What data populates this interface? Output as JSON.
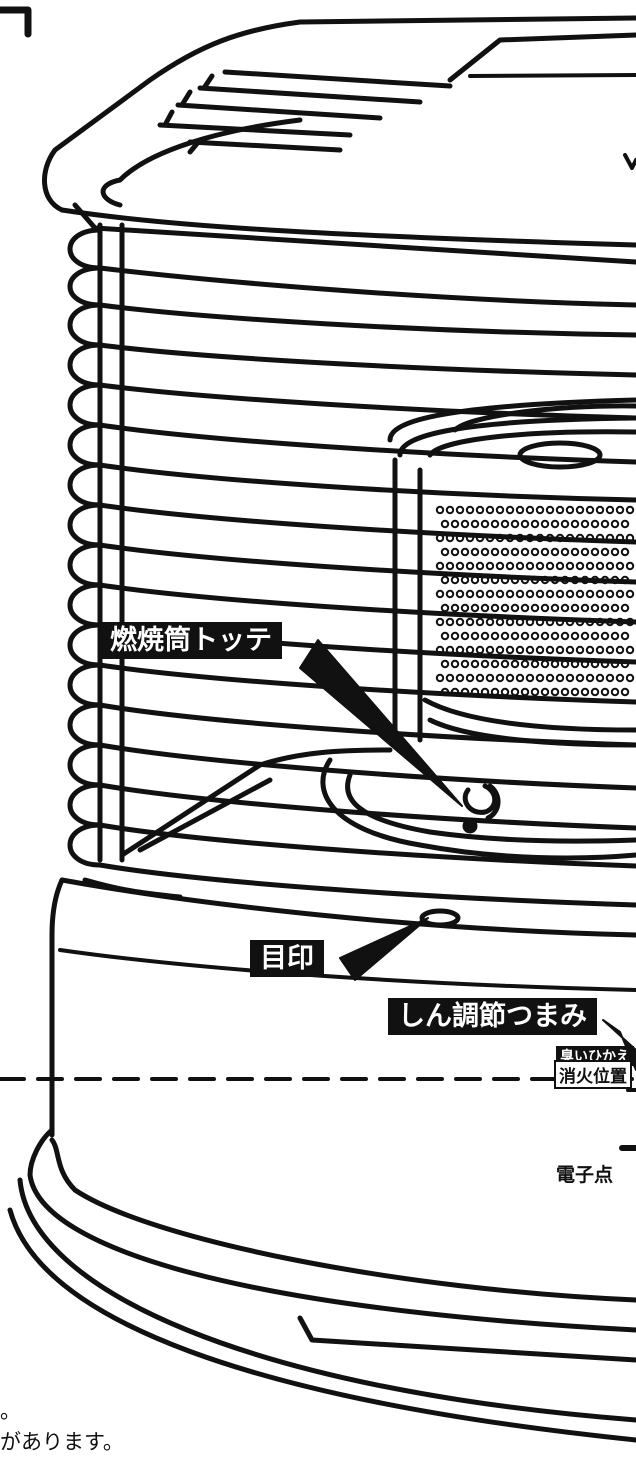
{
  "callouts": {
    "combustion_handle": "燃焼筒トッテ",
    "mark": "目印",
    "wick_knob": "しん調節つまみ",
    "odor_label": "臭いひかえ",
    "extinguish_label": "消火位置",
    "ignition_label": "電子点"
  },
  "footnotes": {
    "line1": "。",
    "line2": "があります。"
  },
  "colors": {
    "ink": "#111111",
    "paper": "#ffffff"
  }
}
